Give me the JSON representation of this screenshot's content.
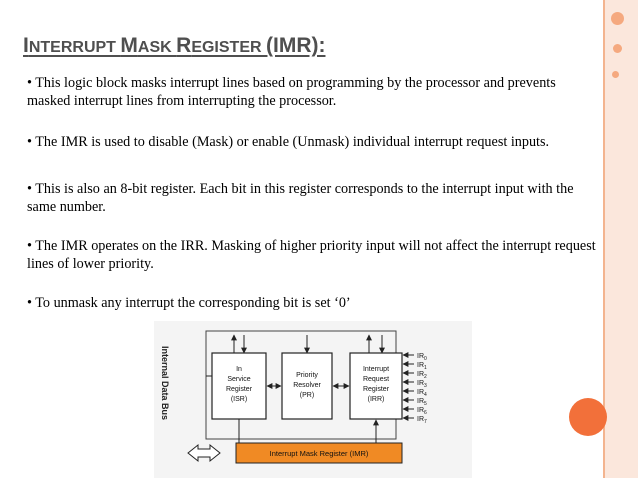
{
  "slide": {
    "title_parts": [
      "I",
      "NTERRUPT ",
      "M",
      "ASK ",
      "R",
      "EGISTER ",
      "(IMR):"
    ],
    "bullets": [
      "• This logic block masks interrupt lines based on programming by the processor and prevents masked interrupt lines from interrupting the processor.",
      "• The IMR is used to disable (Mask) or enable (Unmask) individual interrupt request inputs.",
      "• This is also an 8-bit register. Each bit in this register corresponds to the interrupt input with the same number.",
      "• The IMR operates on the IRR. Masking of higher priority input will not affect the interrupt request lines of lower priority.",
      "• To unmask any interrupt the corresponding bit is set ‘0’"
    ]
  },
  "diagram": {
    "bus_label": "Internal Data Bus",
    "isr": [
      "In",
      "Service",
      "Register",
      "(ISR)"
    ],
    "pr": [
      "Priority",
      "Resolver",
      "(PR)"
    ],
    "irr": [
      "Interrupt",
      "Request",
      "Register",
      "(IRR)"
    ],
    "imr": "Interrupt Mask Register (IMR)",
    "ir_base": "IR",
    "ir_subs": [
      "0",
      "1",
      "2",
      "3",
      "4",
      "5",
      "6",
      "7"
    ],
    "colors": {
      "imr_fill": "#f08a24",
      "box_border": "#222222"
    }
  }
}
